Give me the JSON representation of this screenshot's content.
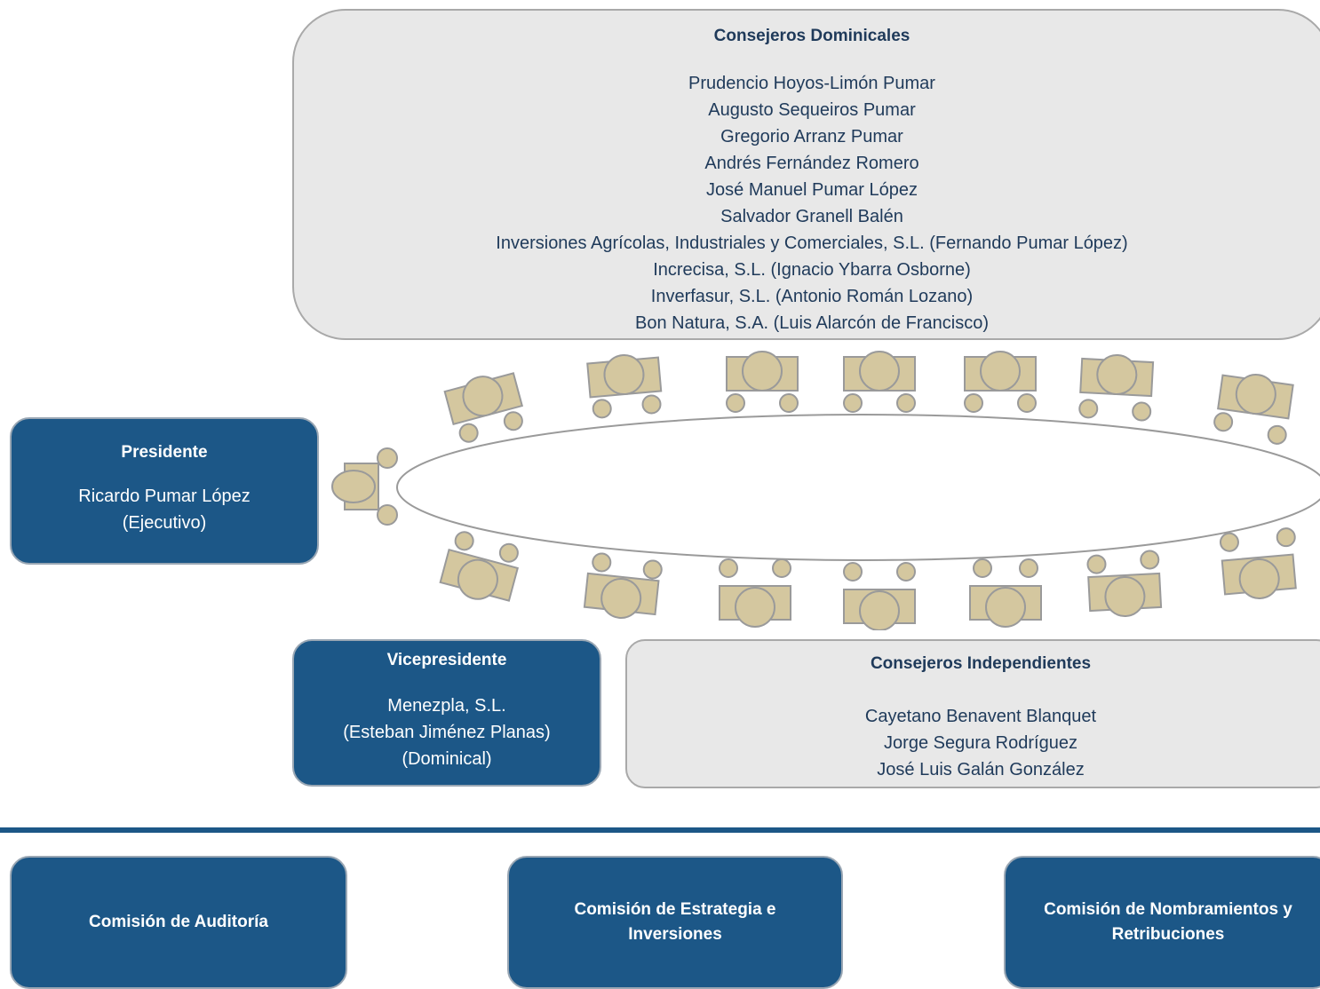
{
  "dominicales": {
    "title": "Consejeros Dominicales",
    "members": [
      "Prudencio Hoyos-Limón Pumar",
      "Augusto Sequeiros Pumar",
      "Gregorio Arranz Pumar",
      "Andrés Fernández Romero",
      "José Manuel Pumar López",
      "Salvador Granell Balén",
      "Inversiones Agrícolas, Industriales y Comerciales, S.L. (Fernando Pumar López)",
      "Increcisa, S.L. (Ignacio Ybarra Osborne)",
      "Inverfasur, S.L. (Antonio Román Lozano)",
      "Bon Natura, S.A. (Luis Alarcón de Francisco)"
    ]
  },
  "presidente": {
    "title": "Presidente",
    "lines": [
      "Ricardo Pumar López",
      "(Ejecutivo)"
    ]
  },
  "vicepresidente": {
    "title": "Vicepresidente",
    "lines": [
      "Menezpla, S.L.",
      "(Esteban Jiménez Planas)",
      "(Dominical)"
    ]
  },
  "independientes": {
    "title": "Consejeros Independientes",
    "members": [
      "Cayetano Benavent Blanquet",
      "Jorge Segura Rodríguez",
      "José Luis Galán González"
    ]
  },
  "commissions": {
    "auditoria": "Comisión de Auditoría",
    "estrategia": "Comisión de Estrategia e Inversiones",
    "nombramientos": "Comisión de Nombramientos y Retribuciones"
  },
  "colors": {
    "seat": "#d4c79f",
    "seat_stroke": "#9a9a9a",
    "navy": "#1c5787",
    "grey_box": "#e8e8e8"
  }
}
